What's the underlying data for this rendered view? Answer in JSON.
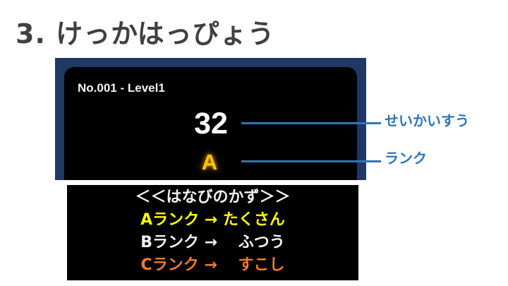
{
  "page": {
    "title": "3. けっかはっぴょう"
  },
  "game_screen": {
    "stage_label": "No.001 - Level1",
    "score": "32",
    "rank": "A"
  },
  "callouts": [
    {
      "label": "せいかいすう",
      "target": "score"
    },
    {
      "label": "ランク",
      "target": "rank"
    }
  ],
  "legend": {
    "header": "＜＜はなびのかず＞＞",
    "rows": [
      {
        "text": "Aランク → たくさん",
        "color": "#ffff00"
      },
      {
        "text": "Bランク →　 ふつう",
        "color": "#f2f2f2"
      },
      {
        "text": "Cランク →　 すこし",
        "color": "#ed7d31"
      }
    ]
  },
  "colors": {
    "title": "#404040",
    "frame": "#203864",
    "callout": "#2e75b6",
    "rank_gold": "#f7c600"
  }
}
